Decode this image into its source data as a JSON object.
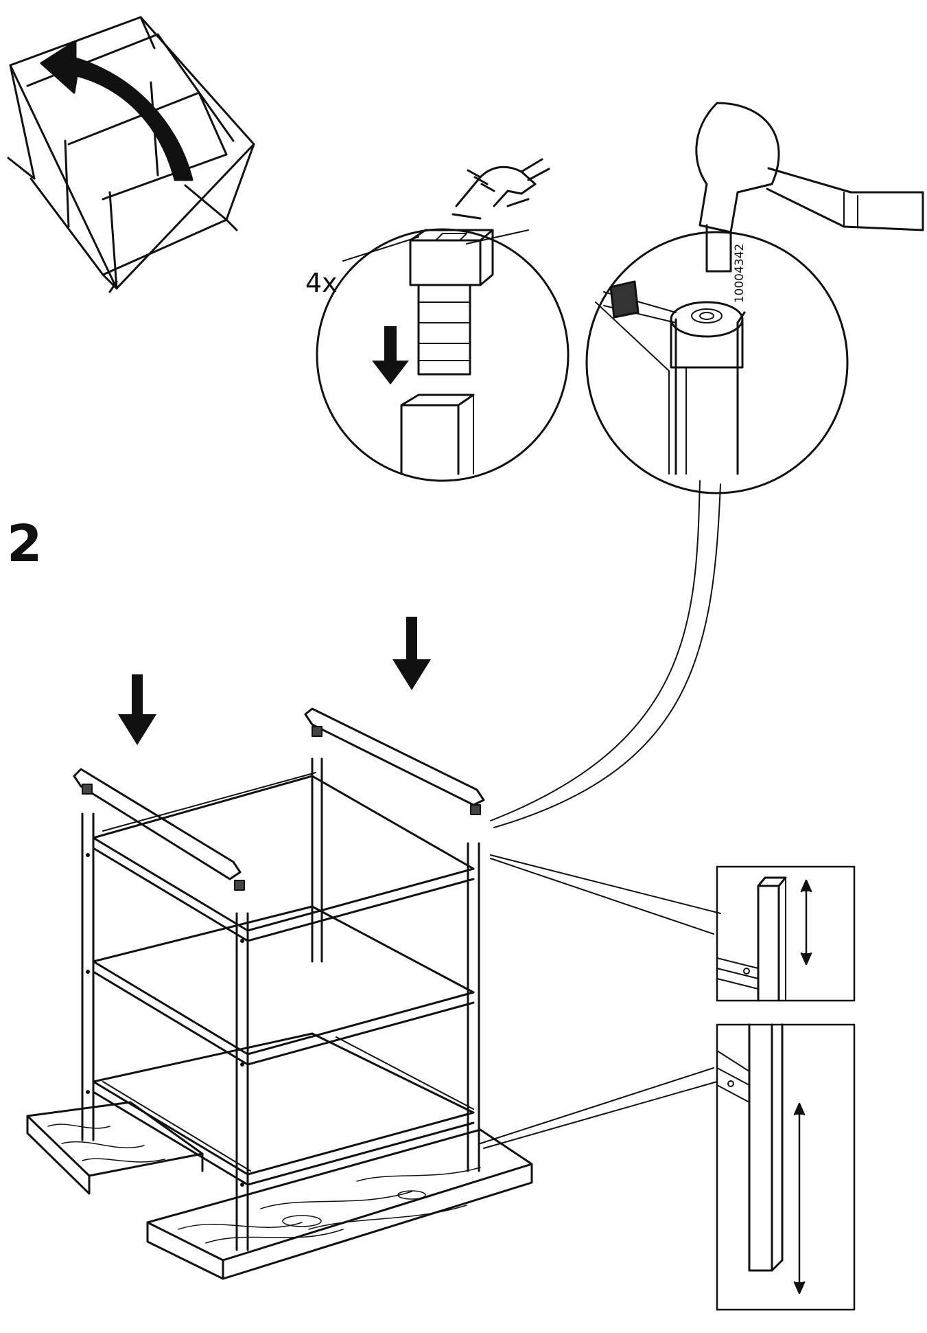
{
  "step": {
    "number": "2"
  },
  "insert_detail": {
    "quantity_label": "4x"
  },
  "hammer_detail": {
    "part_number": "10004342"
  },
  "icons": [
    "rotate-frame-arrow-icon",
    "press-down-hand-icon",
    "hammer-icon",
    "down-arrow-icon",
    "double-headed-arrow-icon"
  ]
}
